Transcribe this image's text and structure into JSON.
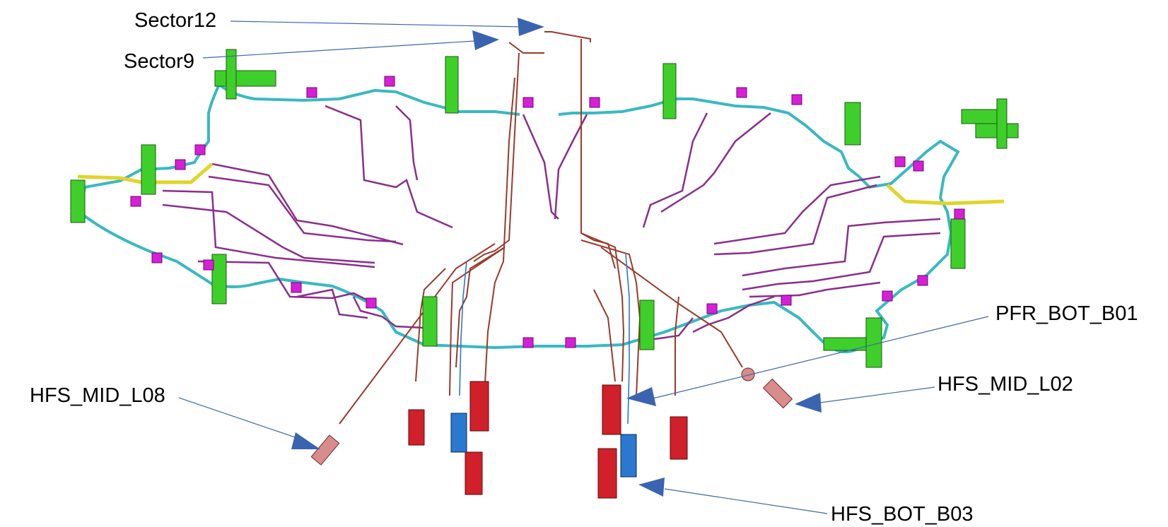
{
  "labels": {
    "sector12": "Sector12",
    "sector9": "Sector9",
    "pfr_bot_b01": "PFR_BOT_B01",
    "hfs_mid_l02": "HFS_MID_L02",
    "hfs_mid_l08": "HFS_MID_L08",
    "hfs_bot_b03": "HFS_BOT_B03"
  },
  "colors": {
    "ring_pipe": "#38b9c2",
    "branch_pipe": "#8a2e8c",
    "feedthrough": "#9a3a2a",
    "support_bracket": "#3fcf2a",
    "sensor_head": "#d81fd8",
    "yellow_line": "#e0d52a",
    "red_valve": "#d0202a",
    "blue_valve": "#2a78d0",
    "pink_valve": "#d98c8c",
    "callout_line": "#3d68a8",
    "callout_arrow": "#3a64b0",
    "background": "#ffffff"
  }
}
